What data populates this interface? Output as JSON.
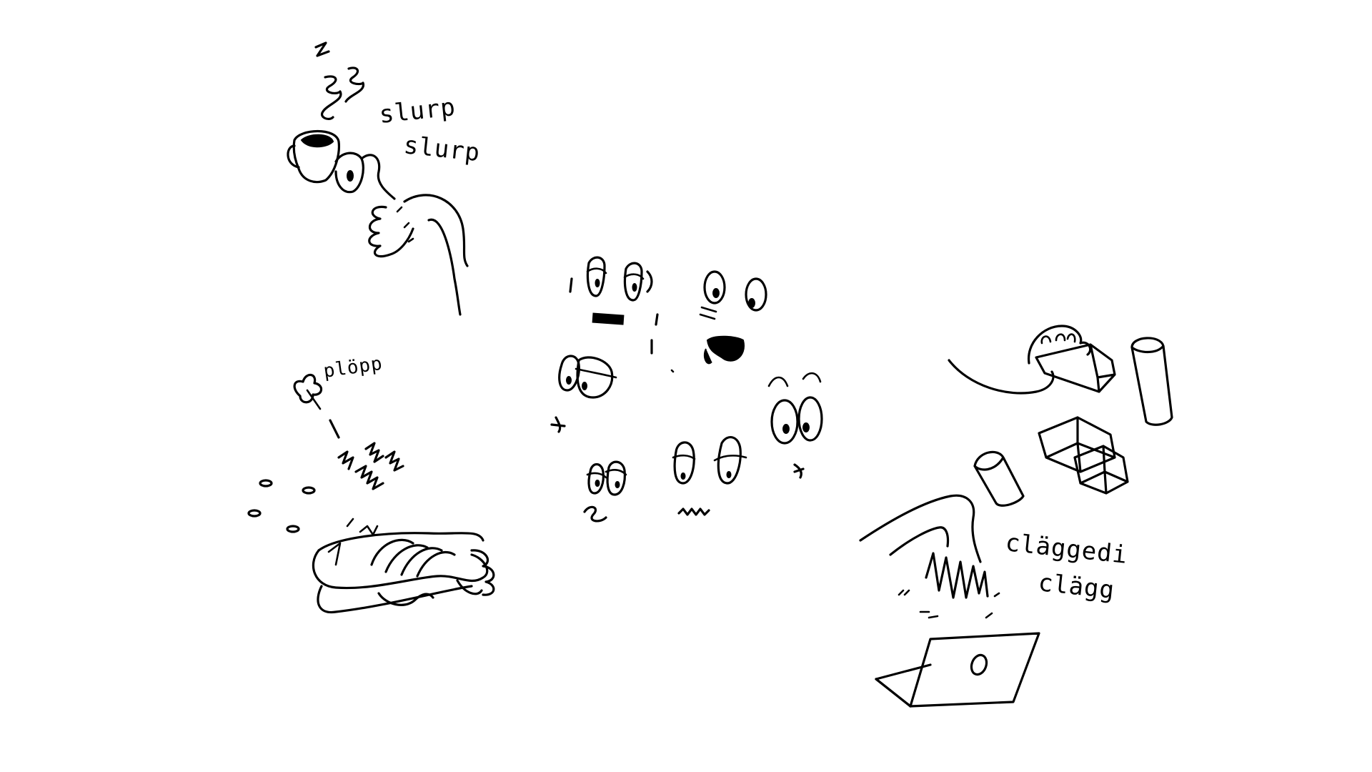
{
  "illustration": {
    "background_color": "#ffffff",
    "ink_color": "#000000",
    "coffee_scene": {
      "sound_line1": "slurp",
      "sound_line2": "slurp"
    },
    "cushion_scene": {
      "sound": "plöpp"
    },
    "laptop_scene": {
      "sound_line1": "cläggedi",
      "sound_line2": "clägg"
    }
  }
}
